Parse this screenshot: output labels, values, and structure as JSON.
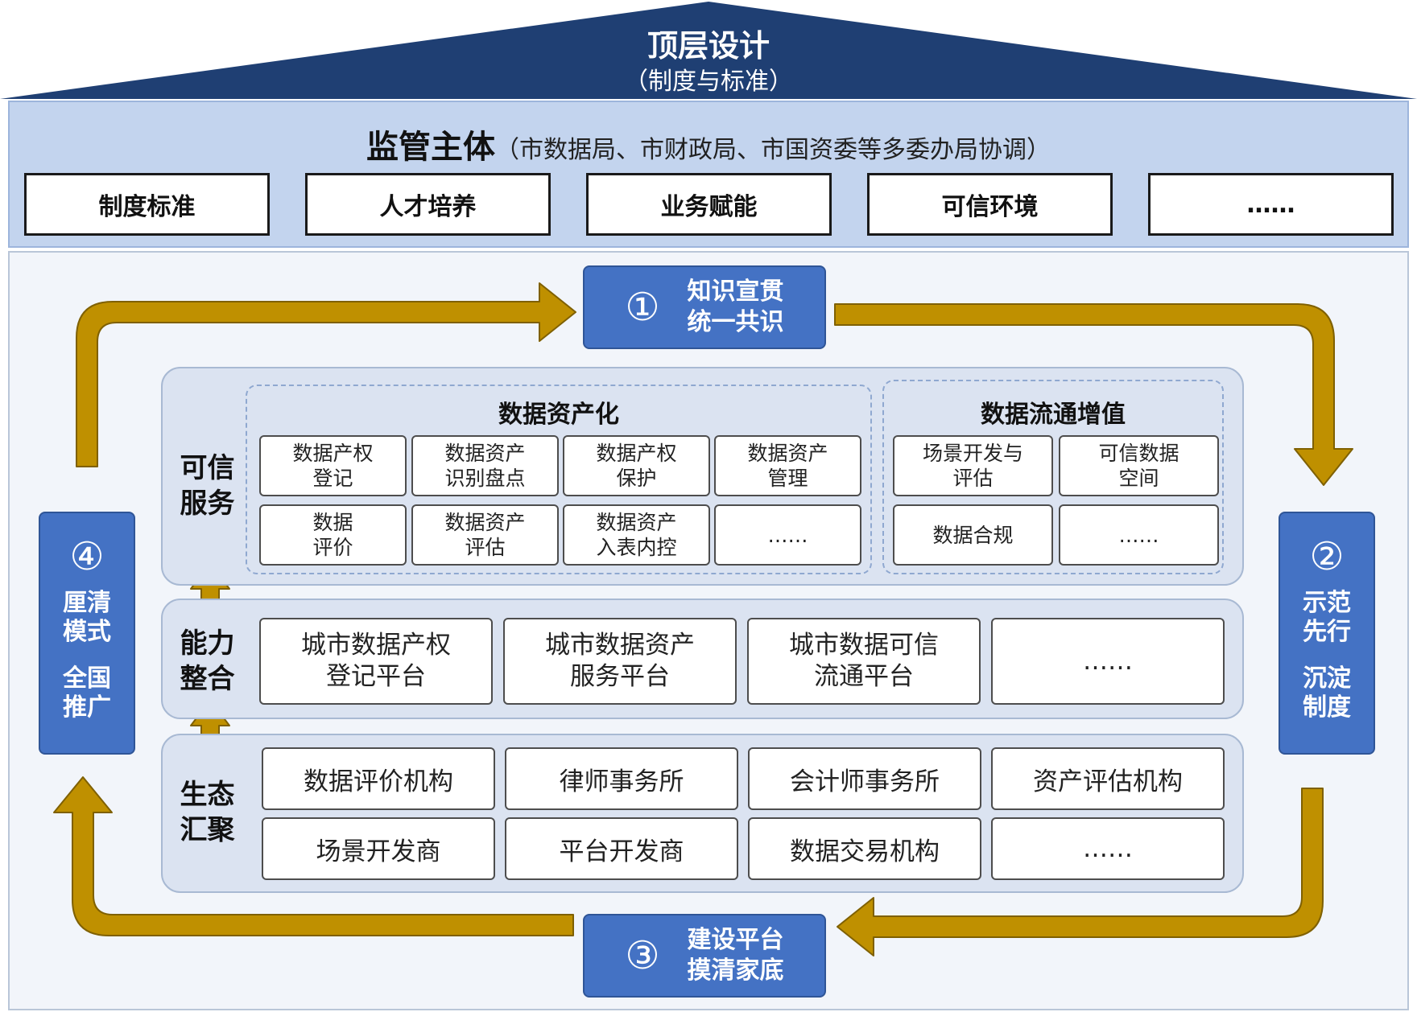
{
  "roof": {
    "title": "顶层设计",
    "subtitle": "（制度与标准）"
  },
  "regulator": {
    "title": "监管主体",
    "subtitle": "（市数据局、市财政局、市国资委等多委办局协调）",
    "pillars": [
      "制度标准",
      "人才培养",
      "业务赋能",
      "可信环境",
      "……"
    ]
  },
  "steps": [
    {
      "num": "①",
      "lines": [
        "知识宣贯",
        "统一共识"
      ]
    },
    {
      "num": "②",
      "lines": [
        "示范",
        "先行",
        "沉淀",
        "制度"
      ]
    },
    {
      "num": "③",
      "lines": [
        "建设平台",
        "摸清家底"
      ]
    },
    {
      "num": "④",
      "lines": [
        "厘清",
        "模式",
        "全国",
        "推广"
      ]
    }
  ],
  "trusted_services": {
    "label": [
      "可信",
      "服务"
    ],
    "asset": {
      "title": "数据资产化",
      "items": [
        [
          "数据产权",
          "登记"
        ],
        [
          "数据资产",
          "识别盘点"
        ],
        [
          "数据产权",
          "保护"
        ],
        [
          "数据资产",
          "管理"
        ],
        [
          "数据",
          "评价"
        ],
        [
          "数据资产",
          "评估"
        ],
        [
          "数据资产",
          "入表内控"
        ],
        [
          "……"
        ]
      ]
    },
    "circulation": {
      "title": "数据流通增值",
      "items": [
        [
          "场景开发与",
          "评估"
        ],
        [
          "可信数据",
          "空间"
        ],
        [
          "数据合规"
        ],
        [
          "……"
        ]
      ]
    }
  },
  "capability": {
    "label": [
      "能力",
      "整合"
    ],
    "items": [
      [
        "城市数据产权",
        "登记平台"
      ],
      [
        "城市数据资产",
        "服务平台"
      ],
      [
        "城市数据可信",
        "流通平台"
      ],
      [
        "……"
      ]
    ]
  },
  "ecosystem": {
    "label": [
      "生态",
      "汇聚"
    ],
    "items": [
      "数据评价机构",
      "律师事务所",
      "会计师事务所",
      "资产评估机构",
      "场景开发商",
      "平台开发商",
      "数据交易机构",
      "……"
    ]
  },
  "colors": {
    "roof": "#1f3f73",
    "band": "#c3d4ee",
    "step": "#4472c4",
    "arrow": "#bf9000"
  }
}
